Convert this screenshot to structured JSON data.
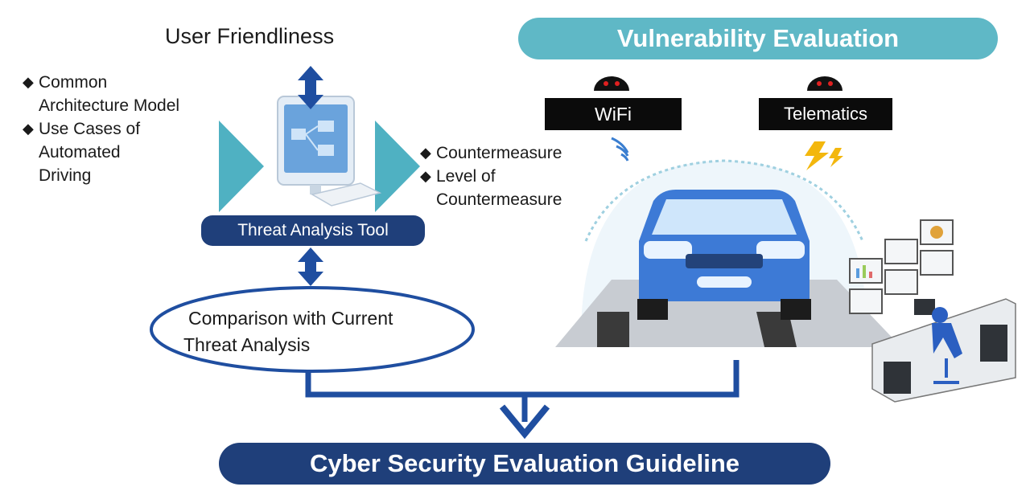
{
  "user_friendliness": "User Friendliness",
  "inputs": [
    {
      "line1": "Common",
      "line2": "Architecture Model"
    },
    {
      "line1": "Use Cases of",
      "line2": "Automated",
      "line3": "Driving"
    }
  ],
  "outputs": [
    {
      "line1": "Countermeasure"
    },
    {
      "line1": "Level of",
      "line2": "Countermeasure"
    }
  ],
  "tool_label": "Threat Analysis Tool",
  "comparison": {
    "line1": "Comparison with Current",
    "line2": "Threat Analysis"
  },
  "vulnerability_title": "Vulnerability Evaluation",
  "tags": {
    "wifi": "WiFi",
    "telematics": "Telematics"
  },
  "guideline": "Cyber Security Evaluation Guideline",
  "colors": {
    "navy": "#1f3f7a",
    "teal": "#5fb8c6",
    "arrow": "#1f4ea0",
    "car": "#3d7ad6"
  }
}
